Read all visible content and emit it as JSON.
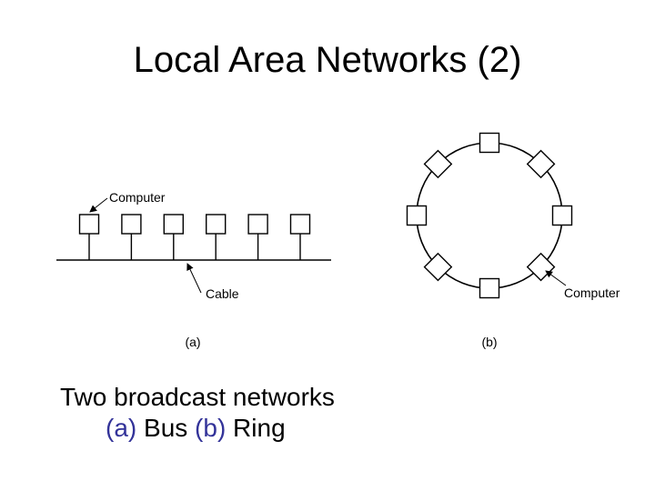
{
  "slide": {
    "title": "Local Area Networks (2)"
  },
  "diagram": {
    "bus": {
      "computer_label": "Computer",
      "cable_label": "Cable",
      "panel_label": "(a)",
      "computer_count": 6
    },
    "ring": {
      "computer_label": "Computer",
      "panel_label": "(b)",
      "computer_count": 8
    }
  },
  "caption": {
    "line1": "Two broadcast networks",
    "a_marker": "(a)",
    "bus_text": " Bus ",
    "b_marker": "(b)",
    "ring_text": " Ring"
  },
  "colors": {
    "accent": "#333399",
    "ink": "#000000",
    "background": "#ffffff"
  }
}
